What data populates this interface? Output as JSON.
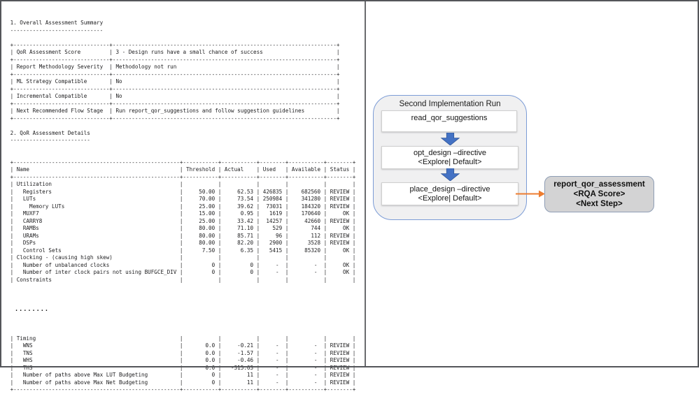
{
  "left_panel": {
    "section1_title": "1. Overall Assessment Summary",
    "summary_rows": [
      [
        "QoR Assessment Score",
        "3 - Design runs have a small chance of success"
      ],
      [
        "Report Methodology Severity",
        "Methodology not run"
      ],
      [
        "ML Strategy Compatible",
        "No"
      ],
      [
        "Incremental Compatible",
        "No"
      ],
      [
        "Next Recommended Flow Stage",
        "Run report_qor_suggestions and follow suggestion guidelines"
      ]
    ],
    "section2_title": "2. QoR Assessment Details",
    "detail_columns": [
      "Name",
      "Threshold",
      "Actual",
      "Used",
      "Available",
      "Status"
    ],
    "detail_rows": [
      [
        "Utilization",
        "",
        "",
        "",
        "",
        ""
      ],
      [
        "  Registers",
        "50.00",
        "62.53",
        "426835",
        "682560",
        "REVIEW"
      ],
      [
        "  LUTs",
        "70.00",
        "73.54",
        "250984",
        "341280",
        "REVIEW"
      ],
      [
        "    Memory LUTs",
        "25.00",
        "39.62",
        "73031",
        "184320",
        "REVIEW"
      ],
      [
        "  MUXF7",
        "15.00",
        "0.95",
        "1619",
        "170640",
        "OK"
      ],
      [
        "  CARRY8",
        "25.00",
        "33.42",
        "14257",
        "42660",
        "REVIEW"
      ],
      [
        "  RAMBs",
        "80.00",
        "71.10",
        "529",
        "744",
        "OK"
      ],
      [
        "  URAMs",
        "80.00",
        "85.71",
        "96",
        "112",
        "REVIEW"
      ],
      [
        "  DSPs",
        "80.00",
        "82.20",
        "2900",
        "3528",
        "REVIEW"
      ],
      [
        "  Control Sets",
        "7.50",
        "6.35",
        "5415",
        "85320",
        "OK"
      ],
      [
        "Clocking - (causing high skew)",
        "",
        "",
        "",
        "",
        ""
      ],
      [
        "  Number of unbalanced clocks",
        "0",
        "0",
        "-",
        "-",
        "OK"
      ],
      [
        "  Number of inter clock pairs not using BUFGCE_DIV",
        "0",
        "0",
        "-",
        "-",
        "OK"
      ],
      [
        "Constraints",
        "",
        "",
        "",
        "",
        ""
      ]
    ],
    "ellipsis": "........",
    "timing_rows": [
      [
        "Timing",
        "",
        "",
        "",
        "",
        ""
      ],
      [
        "  WNS",
        "0.0",
        "-0.21",
        "-",
        "-",
        "REVIEW"
      ],
      [
        "  TNS",
        "0.0",
        "-1.57",
        "-",
        "-",
        "REVIEW"
      ],
      [
        "  WHS",
        "0.0",
        "-0.46",
        "-",
        "-",
        "REVIEW"
      ],
      [
        "  THS",
        "0.0",
        "-315.63",
        "-",
        "-",
        "REVIEW"
      ],
      [
        "  Number of paths above Max LUT Budgeting",
        "0",
        "11",
        "-",
        "-",
        "REVIEW"
      ],
      [
        "  Number of paths above Max Net Budgeting",
        "0",
        "11",
        "-",
        "-",
        "REVIEW"
      ]
    ]
  },
  "right_panel": {
    "container_title": "Second Implementation Run",
    "steps": [
      {
        "line1": "read_qor_suggestions",
        "line2": ""
      },
      {
        "line1": "opt_design –directive",
        "line2": "<Explore| Default>"
      },
      {
        "line1": "place_design –directive",
        "line2": "<Explore| Default>"
      }
    ],
    "result_box": {
      "line1": "report_qor_assessment",
      "line2": "<RQA Score>",
      "line3": "<Next Step>"
    },
    "colors": {
      "arrow_blue": "#4472C4",
      "arrow_blue_stroke": "#2F5597",
      "arrow_orange": "#ED7D31",
      "container_border": "#7C9CD6",
      "result_fill": "#D3D3D4"
    }
  }
}
